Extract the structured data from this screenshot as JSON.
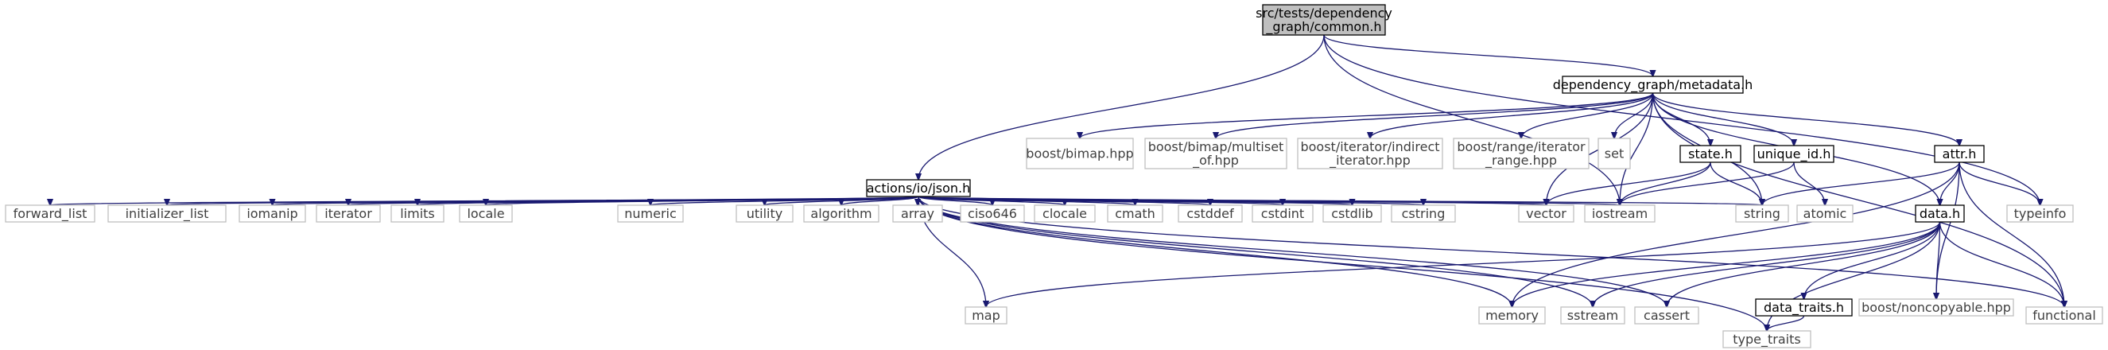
{
  "colors": {
    "root_fill": "#bfbfbf",
    "edge": "#191970",
    "internal_border": "#000000",
    "external_border": "#bfbfbf",
    "internal_text": "#000000",
    "external_text": "#3f3f3f"
  },
  "nodes": [
    {
      "id": "common",
      "lines": [
        "src/tests/dependency",
        "_graph/common.h"
      ],
      "kind": "root"
    },
    {
      "id": "json",
      "lines": [
        "actions/io/json.h"
      ],
      "kind": "internal"
    },
    {
      "id": "metadata",
      "lines": [
        "dependency_graph/metadata.h"
      ],
      "kind": "internal"
    },
    {
      "id": "bimap",
      "lines": [
        "boost/bimap.hpp"
      ],
      "kind": "external"
    },
    {
      "id": "multiset",
      "lines": [
        "boost/bimap/multiset",
        "_of.hpp"
      ],
      "kind": "external"
    },
    {
      "id": "indirect",
      "lines": [
        "boost/iterator/indirect",
        "_iterator.hpp"
      ],
      "kind": "external"
    },
    {
      "id": "range",
      "lines": [
        "boost/range/iterator",
        "_range.hpp"
      ],
      "kind": "external"
    },
    {
      "id": "set",
      "lines": [
        "set"
      ],
      "kind": "external"
    },
    {
      "id": "state",
      "lines": [
        "state.h"
      ],
      "kind": "internal"
    },
    {
      "id": "unique_id",
      "lines": [
        "unique_id.h"
      ],
      "kind": "internal"
    },
    {
      "id": "attr",
      "lines": [
        "attr.h"
      ],
      "kind": "internal"
    },
    {
      "id": "forward_list",
      "lines": [
        "forward_list"
      ],
      "kind": "external"
    },
    {
      "id": "initializer_list",
      "lines": [
        "initializer_list"
      ],
      "kind": "external"
    },
    {
      "id": "iomanip",
      "lines": [
        "iomanip"
      ],
      "kind": "external"
    },
    {
      "id": "iterator",
      "lines": [
        "iterator"
      ],
      "kind": "external"
    },
    {
      "id": "limits",
      "lines": [
        "limits"
      ],
      "kind": "external"
    },
    {
      "id": "locale",
      "lines": [
        "locale"
      ],
      "kind": "external"
    },
    {
      "id": "numeric",
      "lines": [
        "numeric"
      ],
      "kind": "external"
    },
    {
      "id": "utility",
      "lines": [
        "utility"
      ],
      "kind": "external"
    },
    {
      "id": "algorithm",
      "lines": [
        "algorithm"
      ],
      "kind": "external"
    },
    {
      "id": "array",
      "lines": [
        "array"
      ],
      "kind": "external"
    },
    {
      "id": "ciso646",
      "lines": [
        "ciso646"
      ],
      "kind": "external"
    },
    {
      "id": "clocale",
      "lines": [
        "clocale"
      ],
      "kind": "external"
    },
    {
      "id": "cmath",
      "lines": [
        "cmath"
      ],
      "kind": "external"
    },
    {
      "id": "cstddef",
      "lines": [
        "cstddef"
      ],
      "kind": "external"
    },
    {
      "id": "cstdint",
      "lines": [
        "cstdint"
      ],
      "kind": "external"
    },
    {
      "id": "cstdlib",
      "lines": [
        "cstdlib"
      ],
      "kind": "external"
    },
    {
      "id": "cstring",
      "lines": [
        "cstring"
      ],
      "kind": "external"
    },
    {
      "id": "vector",
      "lines": [
        "vector"
      ],
      "kind": "external"
    },
    {
      "id": "iostream",
      "lines": [
        "iostream"
      ],
      "kind": "external"
    },
    {
      "id": "string",
      "lines": [
        "string"
      ],
      "kind": "external"
    },
    {
      "id": "atomic",
      "lines": [
        "atomic"
      ],
      "kind": "external"
    },
    {
      "id": "data",
      "lines": [
        "data.h"
      ],
      "kind": "internal"
    },
    {
      "id": "typeinfo",
      "lines": [
        "typeinfo"
      ],
      "kind": "external"
    },
    {
      "id": "map",
      "lines": [
        "map"
      ],
      "kind": "external"
    },
    {
      "id": "memory",
      "lines": [
        "memory"
      ],
      "kind": "external"
    },
    {
      "id": "sstream",
      "lines": [
        "sstream"
      ],
      "kind": "external"
    },
    {
      "id": "cassert",
      "lines": [
        "cassert"
      ],
      "kind": "external"
    },
    {
      "id": "data_traits",
      "lines": [
        "data_traits.h"
      ],
      "kind": "internal"
    },
    {
      "id": "noncopyable",
      "lines": [
        "boost/noncopyable.hpp"
      ],
      "kind": "external"
    },
    {
      "id": "functional",
      "lines": [
        "functional"
      ],
      "kind": "external"
    },
    {
      "id": "type_traits",
      "lines": [
        "type_traits"
      ],
      "kind": "external"
    }
  ],
  "edges": [
    [
      "common",
      "json"
    ],
    [
      "common",
      "metadata"
    ],
    [
      "common",
      "iostream"
    ],
    [
      "common",
      "typeinfo"
    ],
    [
      "json",
      "forward_list"
    ],
    [
      "json",
      "initializer_list"
    ],
    [
      "json",
      "iomanip"
    ],
    [
      "json",
      "iterator"
    ],
    [
      "json",
      "limits"
    ],
    [
      "json",
      "locale"
    ],
    [
      "json",
      "map"
    ],
    [
      "json",
      "memory"
    ],
    [
      "json",
      "numeric"
    ],
    [
      "json",
      "utility"
    ],
    [
      "json",
      "algorithm"
    ],
    [
      "json",
      "array"
    ],
    [
      "json",
      "ciso646"
    ],
    [
      "json",
      "clocale"
    ],
    [
      "json",
      "cmath"
    ],
    [
      "json",
      "cstddef"
    ],
    [
      "json",
      "cstdint"
    ],
    [
      "json",
      "cstdlib"
    ],
    [
      "json",
      "cstring"
    ],
    [
      "json",
      "vector"
    ],
    [
      "json",
      "iostream"
    ],
    [
      "json",
      "string"
    ],
    [
      "json",
      "sstream"
    ],
    [
      "json",
      "cassert"
    ],
    [
      "json",
      "functional"
    ],
    [
      "json",
      "type_traits"
    ],
    [
      "metadata",
      "bimap"
    ],
    [
      "metadata",
      "multiset"
    ],
    [
      "metadata",
      "indirect"
    ],
    [
      "metadata",
      "range"
    ],
    [
      "metadata",
      "set"
    ],
    [
      "metadata",
      "state"
    ],
    [
      "metadata",
      "unique_id"
    ],
    [
      "metadata",
      "attr"
    ],
    [
      "metadata",
      "vector"
    ],
    [
      "metadata",
      "string"
    ],
    [
      "metadata",
      "data"
    ],
    [
      "metadata",
      "iostream"
    ],
    [
      "metadata",
      "functional"
    ],
    [
      "state",
      "vector"
    ],
    [
      "state",
      "iostream"
    ],
    [
      "state",
      "string"
    ],
    [
      "unique_id",
      "iostream"
    ],
    [
      "unique_id",
      "atomic"
    ],
    [
      "attr",
      "string"
    ],
    [
      "attr",
      "typeinfo"
    ],
    [
      "attr",
      "data"
    ],
    [
      "attr",
      "functional"
    ],
    [
      "attr",
      "noncopyable"
    ],
    [
      "attr",
      "memory"
    ],
    [
      "data",
      "map"
    ],
    [
      "data",
      "memory"
    ],
    [
      "data",
      "sstream"
    ],
    [
      "data",
      "cassert"
    ],
    [
      "data",
      "data_traits"
    ],
    [
      "data",
      "noncopyable"
    ],
    [
      "data",
      "functional"
    ],
    [
      "data",
      "type_traits"
    ],
    [
      "data_traits",
      "type_traits"
    ]
  ]
}
